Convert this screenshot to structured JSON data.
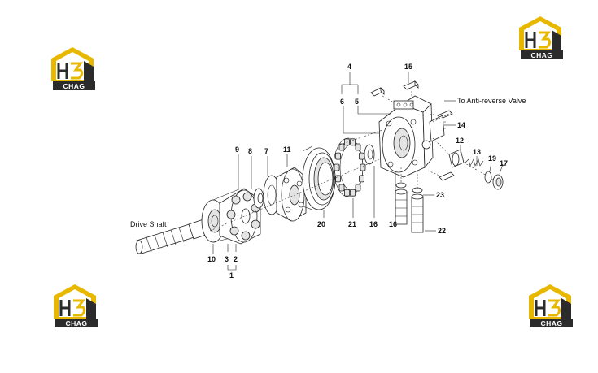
{
  "watermark": {
    "text": "CHAG",
    "mark": "H3",
    "color_gold": "#e8b800",
    "color_dark": "#2b2b2b"
  },
  "labels": {
    "drive_shaft": "Drive Shaft",
    "anti_reverse": "To Anti-reverse Valve"
  },
  "callouts": {
    "c1": "1",
    "c2": "2",
    "c3": "3",
    "c4": "4",
    "c5": "5",
    "c6": "6",
    "c7": "7",
    "c8": "8",
    "c9": "9",
    "c10": "10",
    "c11": "11",
    "c12": "12",
    "c13": "13",
    "c14": "14",
    "c15": "15",
    "c16a": "16",
    "c16b": "16",
    "c17": "17",
    "c19": "19",
    "c20": "20",
    "c21": "21",
    "c22": "22",
    "c23": "23"
  }
}
